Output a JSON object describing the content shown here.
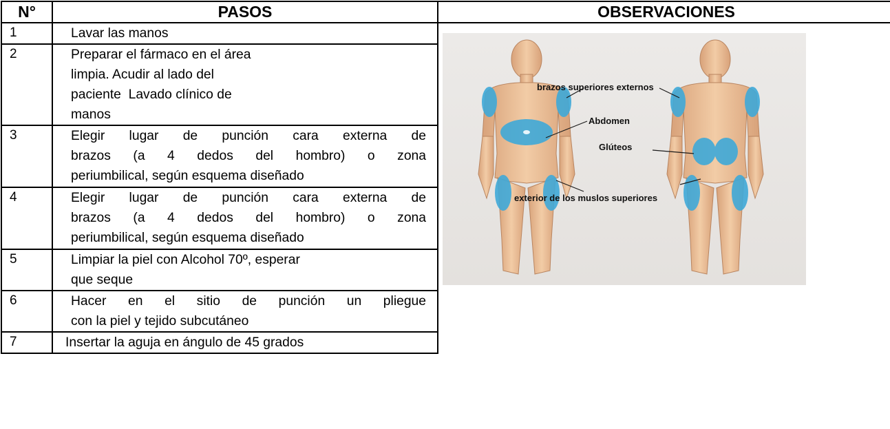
{
  "table": {
    "headers": {
      "num": "N°",
      "steps": "PASOS",
      "observations": "OBSERVACIONES"
    },
    "rows": [
      {
        "num": "1",
        "lines": [
          "Lavar las manos"
        ]
      },
      {
        "num": "2",
        "lines": [
          "Preparar el fármaco en el área",
          "limpia. Acudir al lado del",
          "paciente  Lavado clínico de",
          "manos"
        ]
      },
      {
        "num": "3",
        "lines": [
          "Elegir lugar de punción cara externa de",
          "brazos (a 4 dedos del hombro) o zona",
          "periumbilical, según esquema diseñado"
        ]
      },
      {
        "num": "4",
        "lines": [
          "Elegir lugar de punción cara externa de",
          "brazos (a 4 dedos del hombro) o zona",
          "periumbilical, según esquema diseñado"
        ]
      },
      {
        "num": "5",
        "lines": [
          "Limpiar la piel con Alcohol 70º, esperar",
          "que seque"
        ]
      },
      {
        "num": "6",
        "lines": [
          "Hacer en el sitio de punción un pliegue",
          "con la piel y tejido subcutáneo"
        ]
      },
      {
        "num": "7",
        "lines": [
          "Insertar la aguja en ángulo de 45 grados"
        ]
      }
    ]
  },
  "figure": {
    "labels": {
      "arms": "brazos superiores externos",
      "abdomen": "Abdomen",
      "glutes": "Glúteos",
      "thighs": "exterior de los muslos superiores"
    },
    "colors": {
      "skin": "#f0c9a0",
      "skin_shade": "#d9a57a",
      "site": "#3fa9d8",
      "line": "#1a1a1a"
    }
  }
}
